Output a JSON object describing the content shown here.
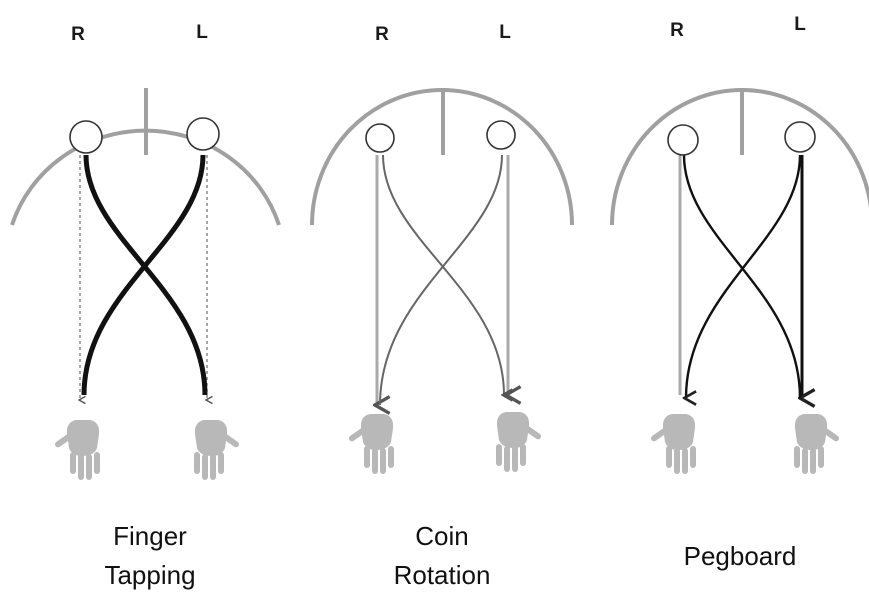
{
  "diagrams": [
    {
      "hemisphere_labels": {
        "right": "R",
        "left": "L"
      },
      "caption_lines": [
        "Finger",
        "Tapping"
      ],
      "pathways": {
        "crossed": {
          "color": "#111111",
          "style": "thick"
        },
        "ipsilateral": {
          "color": "#777777",
          "style": "dashed"
        }
      }
    },
    {
      "hemisphere_labels": {
        "right": "R",
        "left": "L"
      },
      "caption_lines": [
        "Coin",
        "Rotation"
      ],
      "pathways": {
        "crossed": {
          "color": "#666666",
          "style": "medium"
        },
        "ipsilateral": {
          "color": "#aaaaaa",
          "style": "solid"
        }
      }
    },
    {
      "hemisphere_labels": {
        "right": "R",
        "left": "L"
      },
      "caption_lines": [
        "Pegboard"
      ],
      "pathways": {
        "crossed": {
          "color": "#111111",
          "style": "medium"
        },
        "ipsilateral_right": {
          "color": "#aaaaaa",
          "style": "solid"
        },
        "ipsilateral_left": {
          "color": "#111111",
          "style": "solid"
        }
      }
    }
  ],
  "colors": {
    "brain_outline": "#a0a0a0",
    "hand": "#b8b8b8",
    "node_stroke": "#333333"
  }
}
